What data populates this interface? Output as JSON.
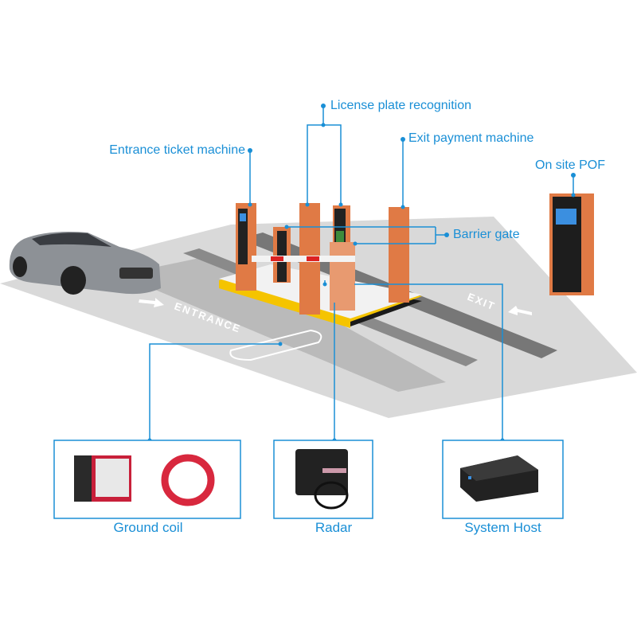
{
  "labels": {
    "license_plate": "License plate recognition",
    "entrance_ticket": "Entrance ticket machine",
    "exit_payment": "Exit payment machine",
    "on_site_pof": "On site POF",
    "barrier_gate": "Barrier gate"
  },
  "floor": {
    "entrance": "ENTRANCE",
    "exit": "EXIT"
  },
  "components": [
    {
      "label": "Ground coil"
    },
    {
      "label": "Radar"
    },
    {
      "label": "System Host"
    }
  ],
  "colors": {
    "accent": "#1a8fd6",
    "machine": "#e07a45",
    "floor": "#d6d6d6",
    "lane": "#8c8c8c"
  }
}
